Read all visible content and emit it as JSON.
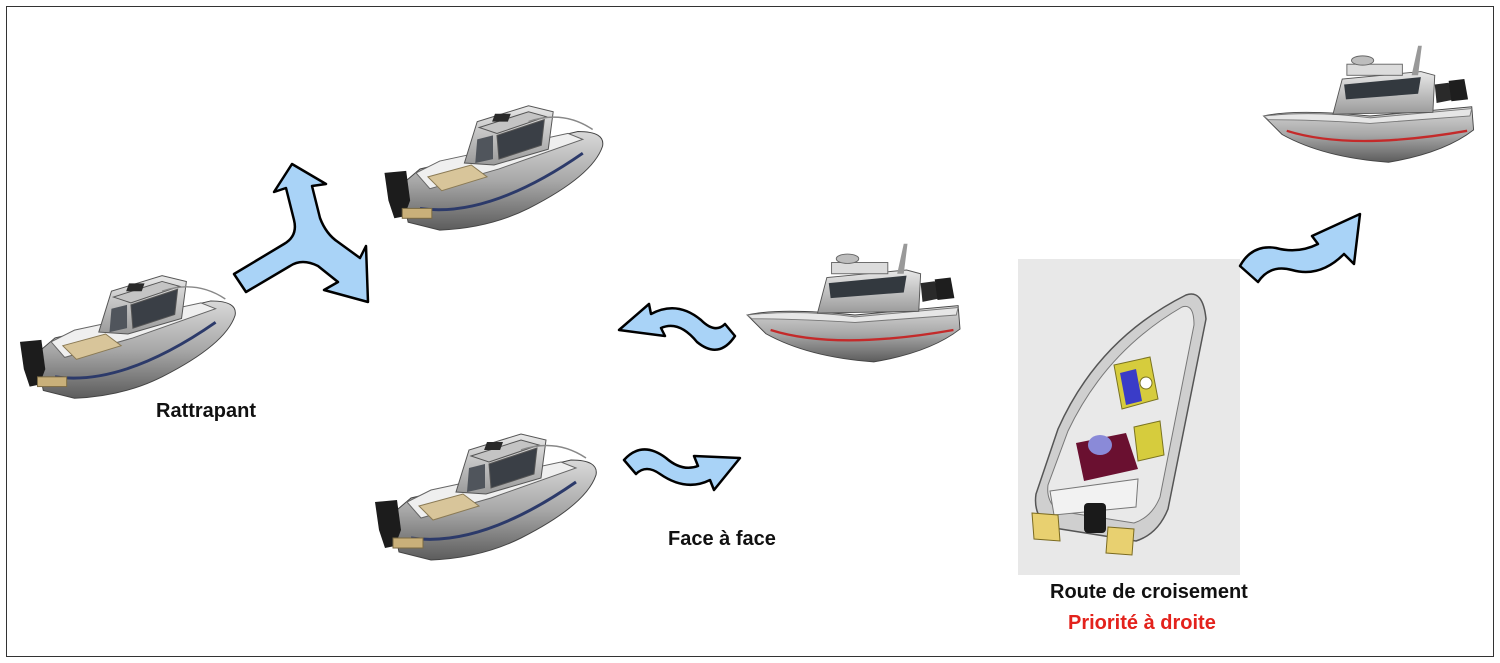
{
  "labels": {
    "overtaking": "Rattrapant",
    "head_on": "Face à face",
    "crossing": "Route de croisement",
    "priority": "Priorité à droite"
  },
  "colors": {
    "arrow_fill": "#a9d3f7",
    "arrow_stroke": "#000000",
    "priority_text": "#e3221c",
    "panel_bg": "#e8e8e8"
  },
  "icons": [
    "motorboat-icon",
    "curved-arrow-icon",
    "split-arrow-icon",
    "top-view-boat-icon"
  ]
}
